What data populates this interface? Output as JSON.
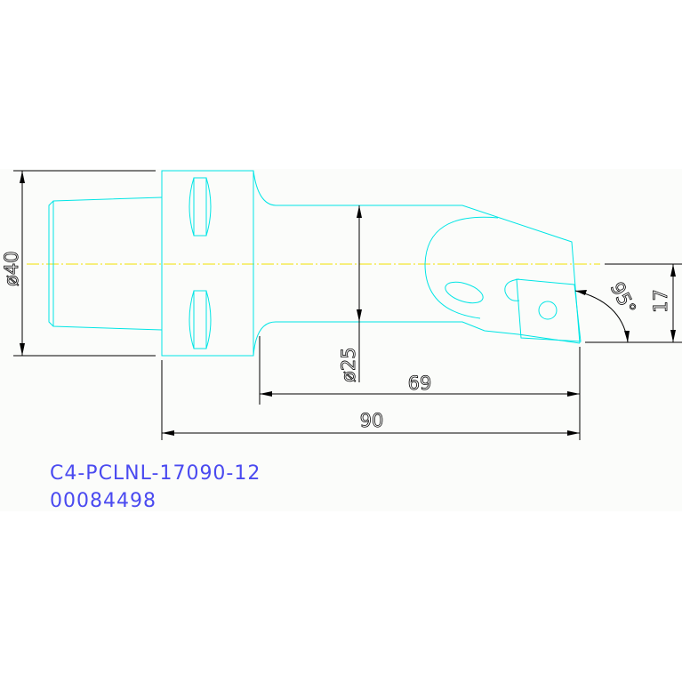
{
  "dimensions": {
    "overall_diameter": "ø40",
    "shank_diameter": "ø25",
    "head_length": "69",
    "total_length": "90",
    "approach_angle": "95°",
    "offset": "17"
  },
  "part_number": "C4-PCLNL-17090-12",
  "order_code": "00084498",
  "colors": {
    "outline": "#00e5e5",
    "dimension": "#000000",
    "centerline": "#f0e000",
    "label": "#4a4af0"
  }
}
